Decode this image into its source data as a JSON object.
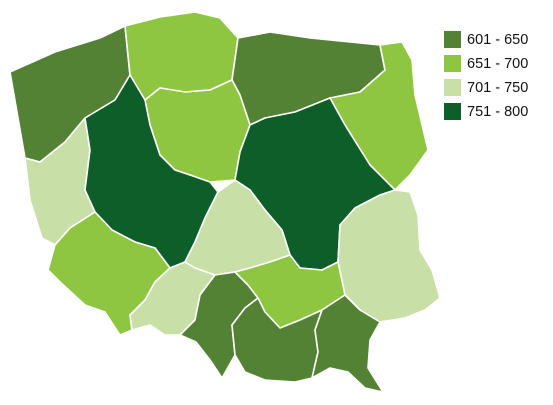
{
  "legend": [
    {
      "label": "601 - 650",
      "color": "#548235"
    },
    {
      "label": "651 - 700",
      "color": "#8ec641"
    },
    {
      "label": "701 - 750",
      "color": "#c8e0a8"
    },
    {
      "label": "751 - 800",
      "color": "#0e5e2a"
    }
  ],
  "regions": [
    {
      "id": "zachodniopomorskie",
      "legend_class": "601 - 650",
      "color": "#548235"
    },
    {
      "id": "pomorskie",
      "legend_class": "651 - 700",
      "color": "#8ec641"
    },
    {
      "id": "warminsko-mazurskie",
      "legend_class": "601 - 650",
      "color": "#548235"
    },
    {
      "id": "podlaskie",
      "legend_class": "651 - 700",
      "color": "#8ec641"
    },
    {
      "id": "kujawsko-pomorskie",
      "legend_class": "651 - 700",
      "color": "#8ec641"
    },
    {
      "id": "lubuskie",
      "legend_class": "701 - 750",
      "color": "#c8e0a8"
    },
    {
      "id": "wielkopolskie",
      "legend_class": "751 - 800",
      "color": "#0e5e2a"
    },
    {
      "id": "mazowieckie",
      "legend_class": "751 - 800",
      "color": "#0e5e2a"
    },
    {
      "id": "lodzkie",
      "legend_class": "701 - 750",
      "color": "#c8e0a8"
    },
    {
      "id": "lubelskie",
      "legend_class": "701 - 750",
      "color": "#c8e0a8"
    },
    {
      "id": "dolnoslaskie",
      "legend_class": "651 - 700",
      "color": "#8ec641"
    },
    {
      "id": "opolskie",
      "legend_class": "701 - 750",
      "color": "#c8e0a8"
    },
    {
      "id": "slaskie",
      "legend_class": "601 - 650",
      "color": "#548235"
    },
    {
      "id": "swietokrzyskie",
      "legend_class": "651 - 700",
      "color": "#8ec641"
    },
    {
      "id": "malopolskie",
      "legend_class": "601 - 650",
      "color": "#548235"
    },
    {
      "id": "podkarpackie",
      "legend_class": "601 - 650",
      "color": "#548235"
    }
  ]
}
